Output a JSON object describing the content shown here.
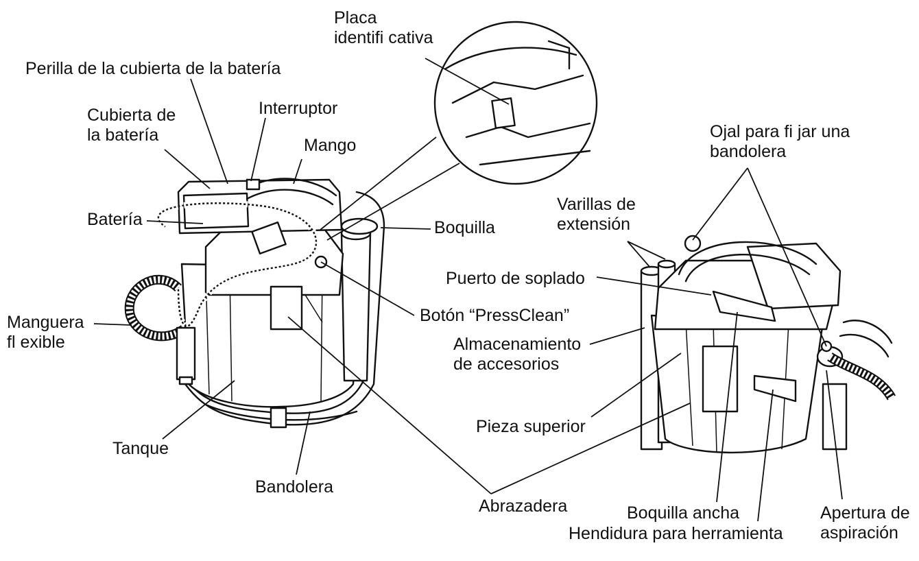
{
  "labels": {
    "placa": "Placa\nidentifi cativa",
    "perilla": "Perilla de la cubierta de la batería",
    "cubierta": "Cubierta de\nla batería",
    "interruptor": "Interruptor",
    "mango": "Mango",
    "bateria": "Batería",
    "boquilla": "Boquilla",
    "manguera": "Manguera\nfl exible",
    "boton": "Botón “PressClean”",
    "tanque": "Tanque",
    "bandolera": "Bandolera",
    "abrazadera": "Abrazadera",
    "ojal": "Ojal para fi jar una\nbandolera",
    "varillas": "Varillas de\nextensión",
    "puerto": "Puerto de soplado",
    "almacenamiento": "Almacenamiento\nde accesorios",
    "pieza": "Pieza superior",
    "boquilla_ancha": "Boquilla ancha",
    "hendidura": "Hendidura para herramienta",
    "apertura": "Apertura de\naspiración"
  }
}
